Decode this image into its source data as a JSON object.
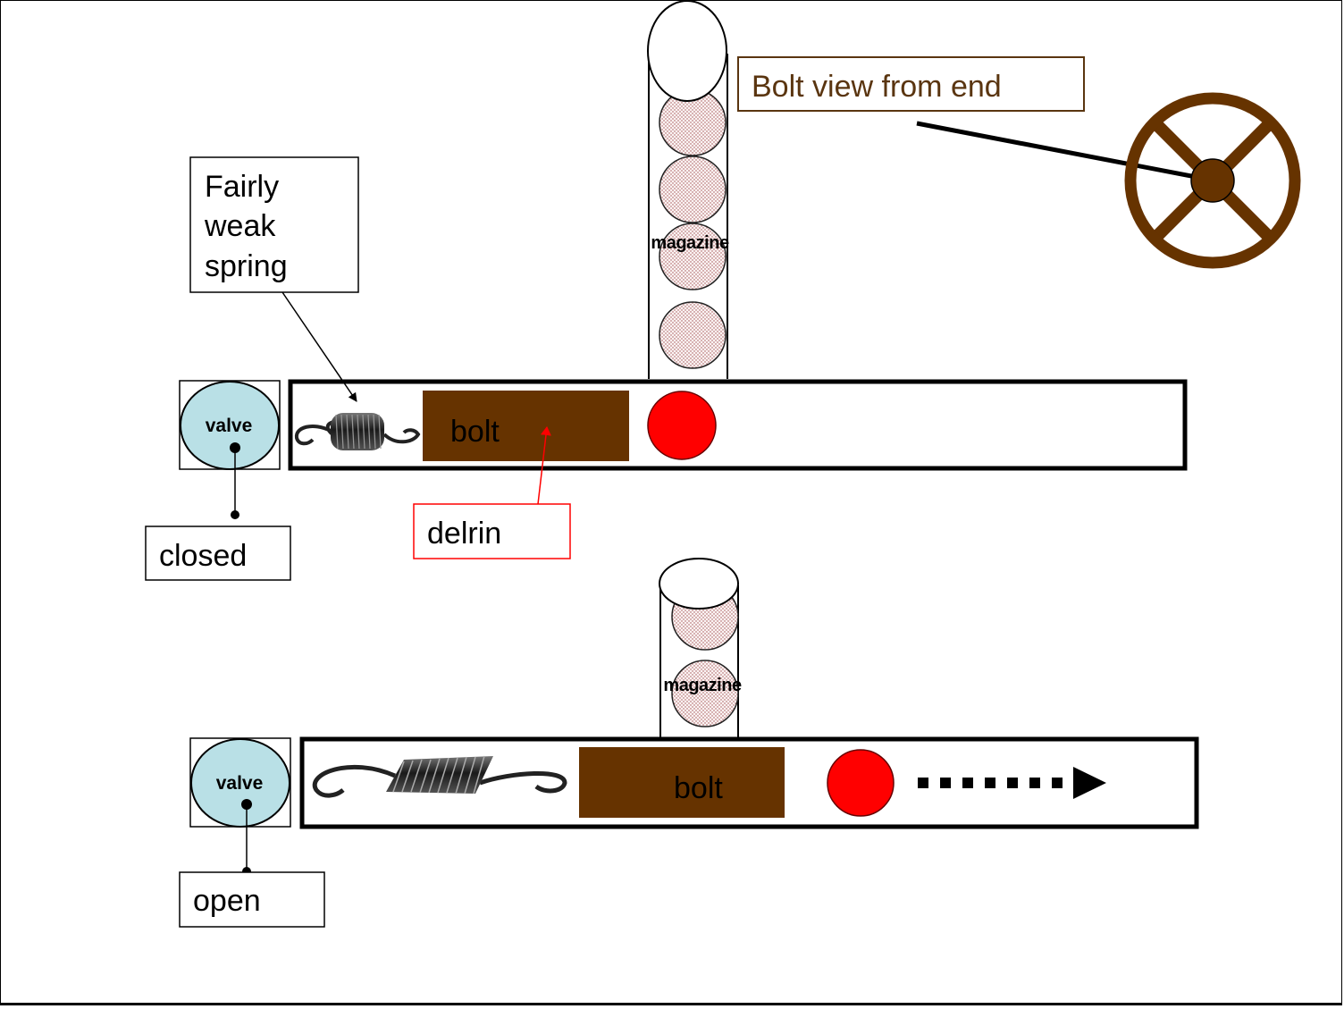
{
  "diagram": {
    "title_callout": "Bolt view from end",
    "spring_callout": [
      "Fairly",
      "weak",
      "spring"
    ],
    "material_callout": "delrin",
    "colors": {
      "bolt": "#663300",
      "ball_red": "#ff0000",
      "valve_fill": "#b9e0e6",
      "magazine_ball": "#f2dede",
      "callout_brown_text": "#5a3510",
      "callout_red_border": "#ff0000"
    },
    "top_state": {
      "valve_label": "valve",
      "valve_state": "closed",
      "bolt_label": "bolt",
      "magazine_label": "magazine"
    },
    "bottom_state": {
      "valve_label": "valve",
      "valve_state": "open",
      "bolt_label": "bolt",
      "magazine_label": "magazine"
    }
  }
}
